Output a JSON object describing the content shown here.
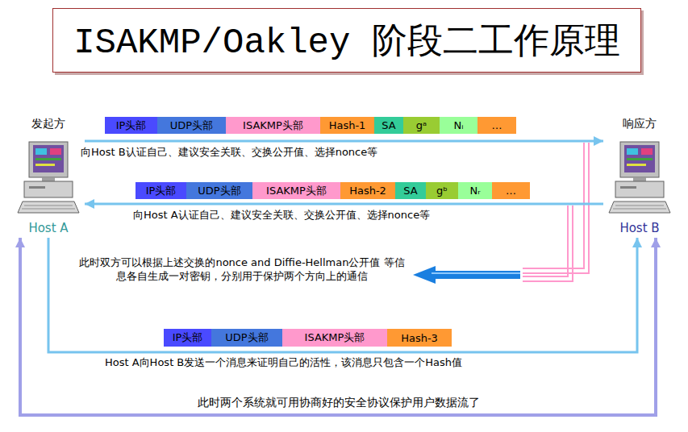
{
  "diagram": {
    "title": "ISAKMP/Oakley 阶段二工作原理",
    "nodes": [
      {
        "text": [
          "发起方",
          "Host A"
        ]
      },
      {
        "text": [
          "响应方",
          "Host B"
        ]
      },
      {
        "text": [
          "IP头部"
        ]
      },
      {
        "text": [
          "UDP头部"
        ]
      },
      {
        "text": [
          "ISAKMP头部"
        ]
      },
      {
        "text": [
          "Hash-1"
        ]
      },
      {
        "text": [
          "SA"
        ]
      },
      {
        "text": [
          "gᵃ"
        ]
      },
      {
        "text": [
          "Nᵢ"
        ]
      },
      {
        "text": [
          "…"
        ]
      },
      {
        "text": [
          "IP头部"
        ]
      },
      {
        "text": [
          "UDP头部"
        ]
      },
      {
        "text": [
          "ISAKMP头部"
        ]
      },
      {
        "text": [
          "Hash-2"
        ]
      },
      {
        "text": [
          "SA"
        ]
      },
      {
        "text": [
          "gᵇ"
        ]
      },
      {
        "text": [
          "Nᵣ"
        ]
      },
      {
        "text": [
          "…"
        ]
      },
      {
        "text": [
          "IP头部"
        ]
      },
      {
        "text": [
          "UDP头部"
        ]
      },
      {
        "text": [
          "ISAKMP头部"
        ]
      },
      {
        "text": [
          "Hash-3"
        ]
      }
    ],
    "edges": [
      {
        "from": 0,
        "to": 1,
        "arrow": "to"
      },
      {
        "from": 1,
        "to": 0,
        "arrow": "to"
      },
      {
        "from": 0,
        "to": 1,
        "arrow": "to"
      },
      {
        "from": 0,
        "to": 1,
        "arrow": "both"
      }
    ],
    "labels": [
      "向Host B认证自己、建议安全关联、交换公开值、选择nonce等",
      "向Host A认证自己、建议安全关联、交换公开值、选择nonce等",
      "此时双方可以根据上述交换的nonce and Diffie-Hellman公开值 等信息各自生成一对密钥，分别用于保护两个方向上的通信",
      "Host A向Host B发送一个消息来证明自己的活性，该消息只包含一个Hash值",
      "此时两个系统就可用协商好的安全协议保护用户数据流了"
    ]
  }
}
